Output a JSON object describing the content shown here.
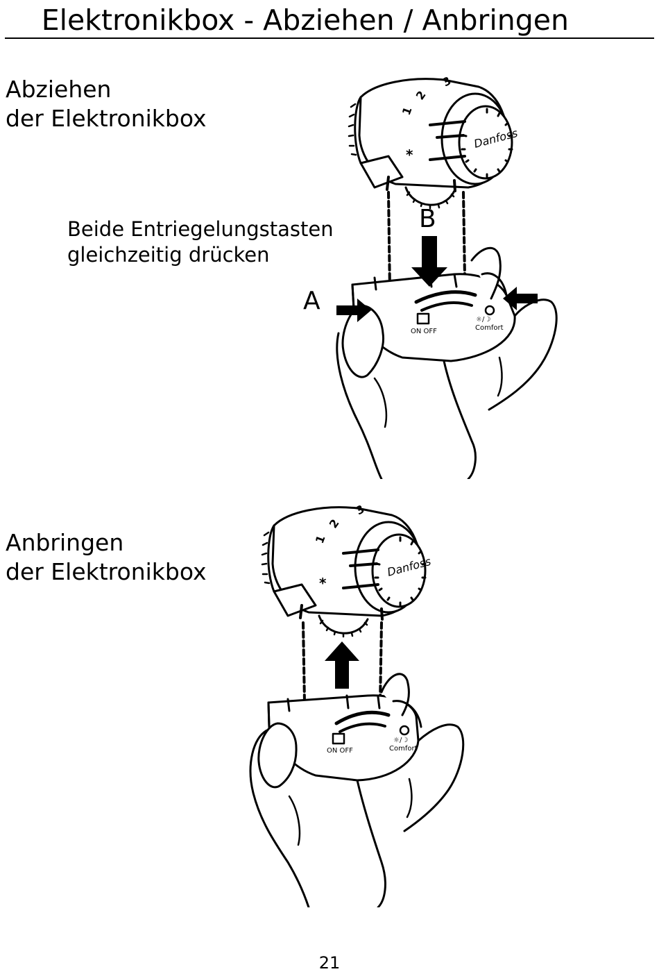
{
  "page": {
    "title": "Elektronikbox - Abziehen / Anbringen",
    "page_number": "21"
  },
  "section_remove": {
    "heading_line1": "Abziehen",
    "heading_line2": "der Elektronikbox",
    "instruction_line1": "Beide Entriegelungstasten",
    "instruction_line2": "gleichzeitig drücken",
    "label_a": "A",
    "label_b": "B"
  },
  "section_attach": {
    "heading_line1": "Anbringen",
    "heading_line2": "der Elektronikbox"
  },
  "illustration": {
    "brand_mark": "Danfoss",
    "dial_numbers": [
      "1",
      "2",
      "3",
      "*"
    ],
    "button_label_left": "ON OFF",
    "button_label_right": "☼/☽",
    "button_label_right2": "Comfort"
  }
}
